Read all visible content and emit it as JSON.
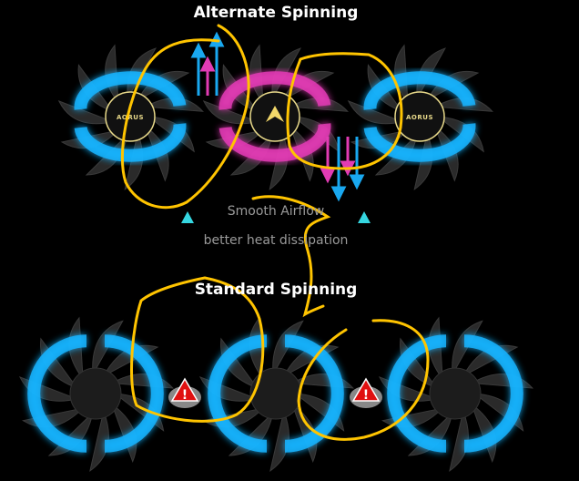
{
  "top_section": {
    "title": "Alternate Spinning",
    "caption_line1": "Smooth Airflow",
    "caption_line2": "better heat dissipation"
  },
  "bottom_section": {
    "title": "Standard Spinning"
  },
  "logo_text": "AORUS",
  "colors": {
    "blue_ring": "#19b4ff",
    "pink_ring": "#e23bb4",
    "marker": "#35d6e0",
    "annotation": "#ffc400",
    "warning": "#e01010"
  }
}
